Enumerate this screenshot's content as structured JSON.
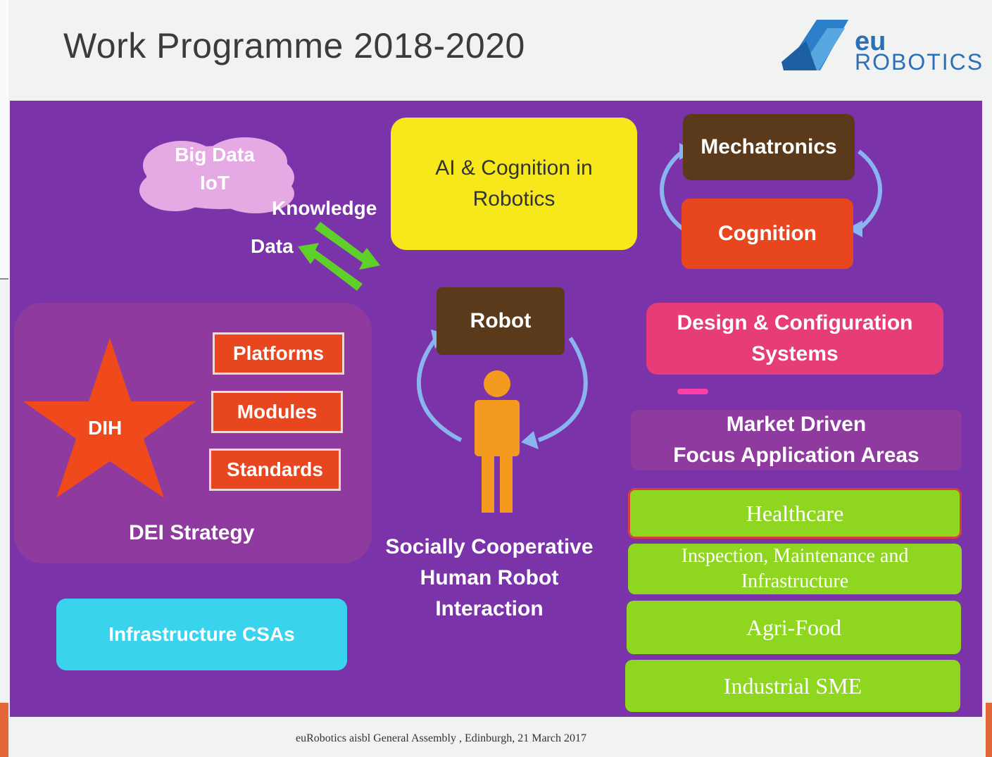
{
  "slide": {
    "title": "Work Programme 2018-2020",
    "logo": {
      "line1": "eu",
      "line2": "ROBOTICS"
    },
    "footer": "euRobotics aisbl General Assembly , Edinburgh, 21 March 2017"
  },
  "diagram": {
    "cloud": {
      "line1": "Big Data",
      "line2": "IoT"
    },
    "knowledge_label": "Knowledge",
    "data_label": "Data",
    "ai_box": {
      "line1": "AI & Cognition in",
      "line2": "Robotics"
    },
    "mechatronics": "Mechatronics",
    "cognition": "Cognition",
    "robot": "Robot",
    "dih": "DIH",
    "platforms": "Platforms",
    "modules": "Modules",
    "standards": "Standards",
    "dei_strategy": "DEI Strategy",
    "social": {
      "line1": "Socially Cooperative",
      "line2": "Human Robot",
      "line3": "Interaction"
    },
    "infrastructure": "Infrastructure CSAs",
    "design": {
      "line1": "Design & Configuration",
      "line2": "Systems"
    },
    "market": {
      "line1": "Market Driven",
      "line2": "Focus Application Areas"
    },
    "applications": [
      {
        "label": "Healthcare"
      },
      {
        "label_line1": "Inspection, Maintenance and",
        "label_line2": "Infrastructure"
      },
      {
        "label": "Agri-Food"
      },
      {
        "label": "Industrial SME"
      }
    ]
  },
  "colors": {
    "panel": "#7a33a8",
    "ai_box": "#f7e81c",
    "mechatronics": "#5a3a1a",
    "cognition": "#e8461f",
    "design": "#e63c78",
    "market": "#8f3a9e",
    "application": "#8fd620",
    "infrastructure": "#39d3ee",
    "dih_star": "#f04a1c"
  }
}
